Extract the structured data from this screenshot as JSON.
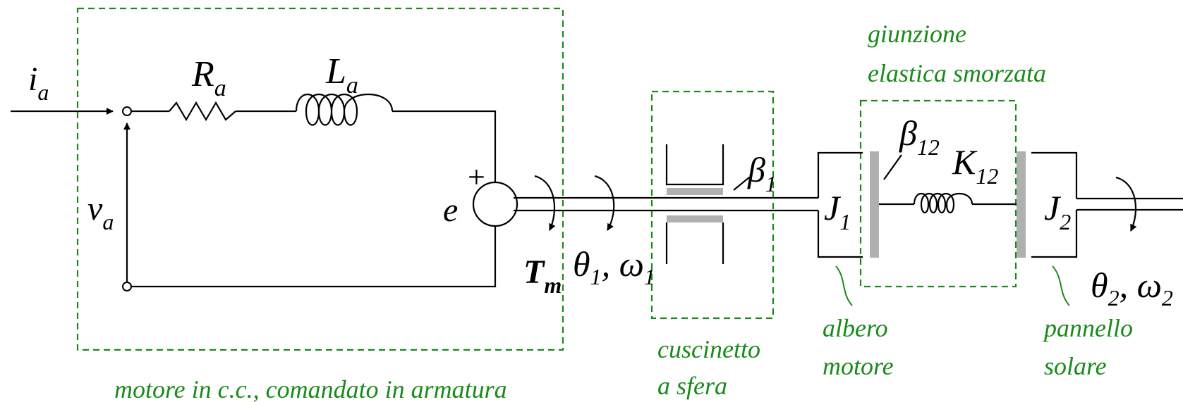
{
  "colors": {
    "annotation": "#1a8a1a",
    "line": "#000000",
    "interface": "#b0b0b0"
  },
  "circuit": {
    "current": {
      "base": "i",
      "sub": "a"
    },
    "voltage": {
      "base": "v",
      "sub": "a"
    },
    "resistor": {
      "base": "R",
      "sub": "a"
    },
    "inductor": {
      "base": "L",
      "sub": "a"
    },
    "emf": {
      "base": "e"
    },
    "plus": "+"
  },
  "mechanical": {
    "torque": {
      "base": "T",
      "sub": "m"
    },
    "angle1": {
      "base": "θ",
      "sub": "1",
      "sep": ", ",
      "base2": "ω",
      "sub2": "1"
    },
    "angle2": {
      "base": "θ",
      "sub": "2",
      "sep": ", ",
      "base2": "ω",
      "sub2": "2"
    },
    "friction1": {
      "base": "β",
      "sub": "1"
    },
    "friction12": {
      "base": "β",
      "sub": "12"
    },
    "stiffness12": {
      "base": "K",
      "sub": "12"
    },
    "inertia1": {
      "base": "J",
      "sub": "1"
    },
    "inertia2": {
      "base": "J",
      "sub": "2"
    }
  },
  "captions": {
    "motor": "motore in c.c., comandato in armatura",
    "bearing": [
      "cuscinetto",
      "a sfera"
    ],
    "joint": [
      "giunzione",
      "elastica smorzata"
    ],
    "shaft": [
      "albero",
      "motore"
    ],
    "panel": [
      "pannello",
      "solare"
    ]
  }
}
